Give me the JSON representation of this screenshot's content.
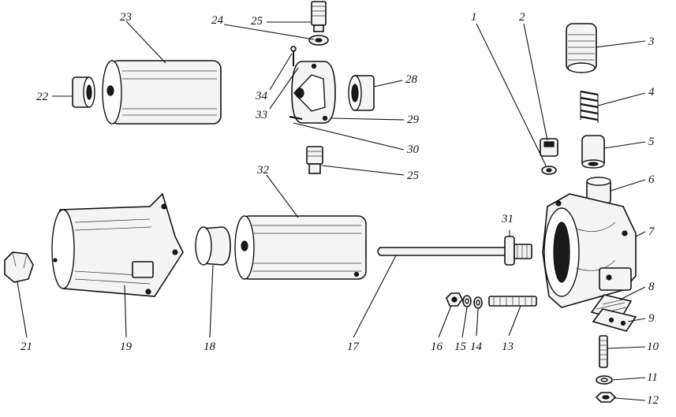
{
  "labels": [
    {
      "id": "1",
      "text": "1"
    },
    {
      "id": "2",
      "text": "2"
    },
    {
      "id": "3",
      "text": "3"
    },
    {
      "id": "4",
      "text": "4"
    },
    {
      "id": "5",
      "text": "5"
    },
    {
      "id": "6",
      "text": "6"
    },
    {
      "id": "7",
      "text": "7"
    },
    {
      "id": "8",
      "text": "8"
    },
    {
      "id": "9",
      "text": "9"
    },
    {
      "id": "10",
      "text": "10"
    },
    {
      "id": "11",
      "text": "11"
    },
    {
      "id": "12",
      "text": "12"
    },
    {
      "id": "13",
      "text": "13"
    },
    {
      "id": "14",
      "text": "14"
    },
    {
      "id": "15",
      "text": "15"
    },
    {
      "id": "16",
      "text": "16"
    },
    {
      "id": "17",
      "text": "17"
    },
    {
      "id": "18",
      "text": "18"
    },
    {
      "id": "19",
      "text": "19"
    },
    {
      "id": "21",
      "text": "21"
    },
    {
      "id": "22",
      "text": "22"
    },
    {
      "id": "23",
      "text": "23"
    },
    {
      "id": "24",
      "text": "24"
    },
    {
      "id": "25a",
      "text": "25"
    },
    {
      "id": "25b",
      "text": "25"
    },
    {
      "id": "28",
      "text": "28"
    },
    {
      "id": "29",
      "text": "29"
    },
    {
      "id": "30",
      "text": "30"
    },
    {
      "id": "31",
      "text": "31"
    },
    {
      "id": "32",
      "text": "32"
    },
    {
      "id": "33",
      "text": "33"
    },
    {
      "id": "34",
      "text": "34"
    }
  ]
}
